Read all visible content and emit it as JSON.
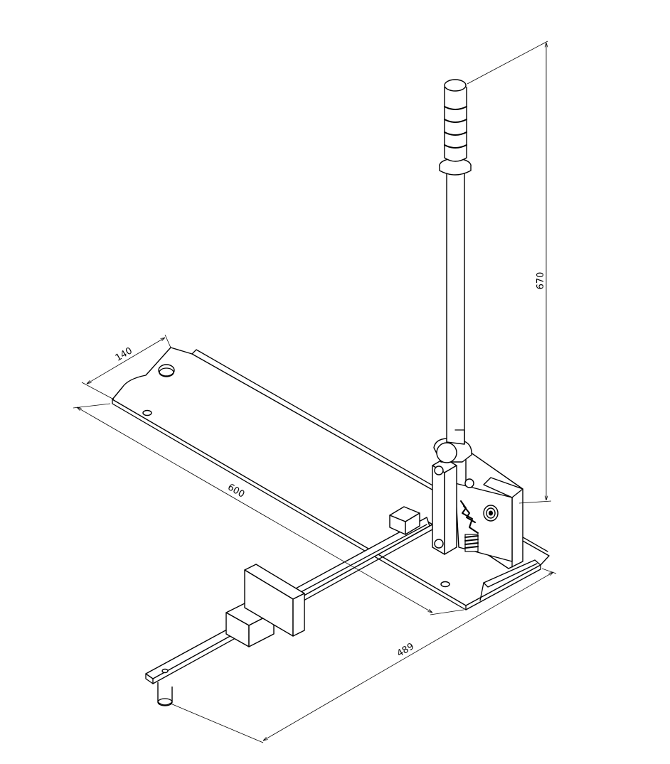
{
  "dimensions": {
    "height": "670",
    "base_width": "140",
    "base_length": "600",
    "overall_width": "489"
  },
  "colors": {
    "line": "#000000",
    "background": "#ffffff"
  }
}
